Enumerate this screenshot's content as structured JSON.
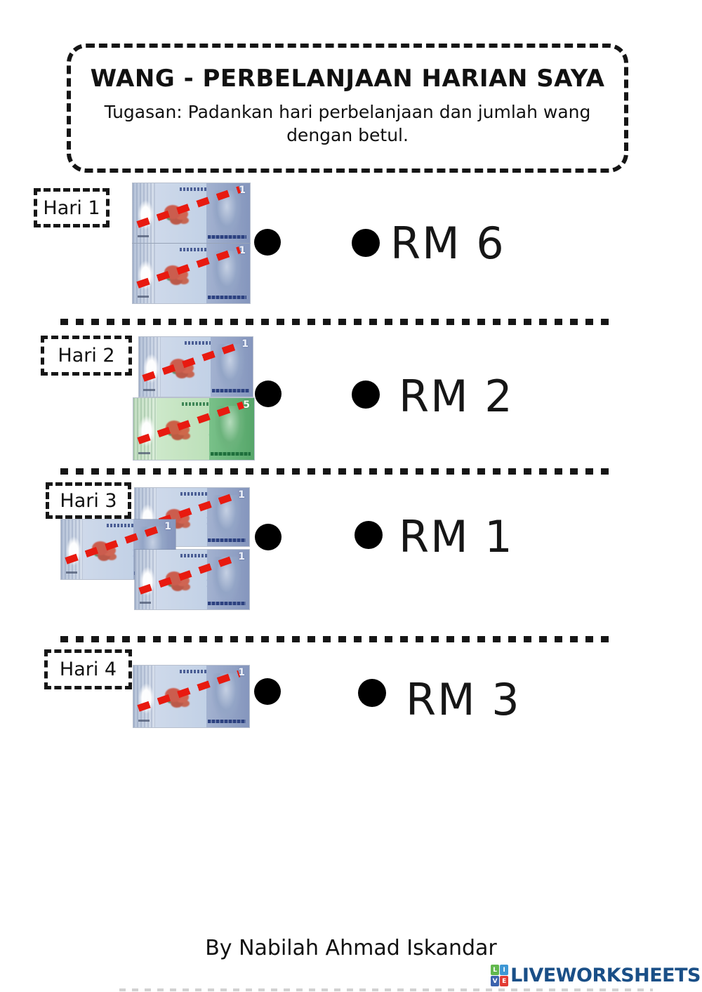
{
  "title_box": {
    "title": "WANG - PERBELANJAAN HARIAN SAYA",
    "subtitle": "Tugasan: Padankan hari perbelanjaan dan jumlah wang dengan betul."
  },
  "rows": [
    {
      "label": "Hari 1",
      "option": "RM 6",
      "notes": [
        {
          "denom": "1",
          "note": "RM1 blue banknote"
        },
        {
          "denom": "1",
          "note": "RM1 blue banknote"
        }
      ]
    },
    {
      "label": "Hari 2",
      "option": "RM 2",
      "notes": [
        {
          "denom": "1",
          "note": "RM1 blue banknote"
        },
        {
          "denom": "5",
          "note": "RM5 green banknote"
        }
      ]
    },
    {
      "label": "Hari 3",
      "option": "RM 1",
      "notes": [
        {
          "denom": "1",
          "note": "RM1 blue banknote"
        },
        {
          "denom": "1",
          "note": "RM1 blue banknote"
        },
        {
          "denom": "1",
          "note": "RM1 blue banknote"
        }
      ]
    },
    {
      "label": "Hari 4",
      "option": "RM 3",
      "notes": [
        {
          "denom": "1",
          "note": "RM1 blue banknote"
        }
      ]
    }
  ],
  "footer": {
    "credit": "By Nabilah Ahmad Iskandar"
  },
  "logo": {
    "text": "LIVEWORKSHEETS",
    "tiles": [
      {
        "letter": "L",
        "color": "#62b84e"
      },
      {
        "letter": "I",
        "color": "#3e97d4"
      },
      {
        "letter": "V",
        "color": "#3c63ad"
      },
      {
        "letter": "E",
        "color": "#e23b34"
      }
    ],
    "text_color": "#1a4f87"
  },
  "colors": {
    "specimen_dash_red": "#e81a10",
    "note_blue_mid": "#c9d6e9",
    "note_blue_portrait": "#8596bd",
    "note_green_mid": "#c7e5c4",
    "note_green_portrait": "#56a66a",
    "dot_black": "#000000",
    "dashed_border_black": "#161616"
  }
}
